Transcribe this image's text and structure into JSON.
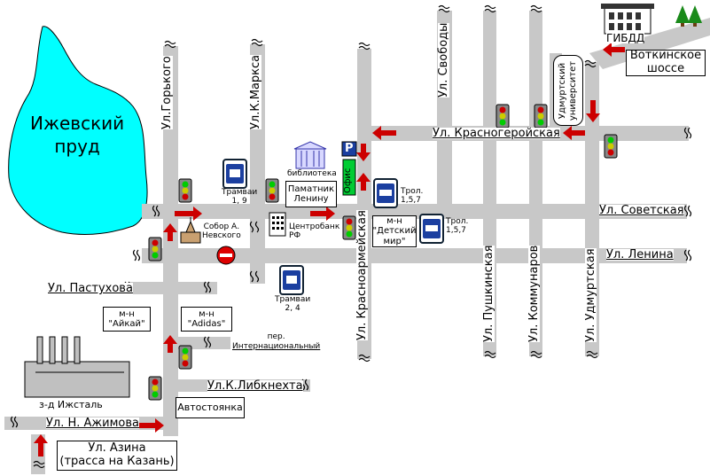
{
  "pond": {
    "label_line1": "Ижевский",
    "label_line2": "пруд"
  },
  "streets": {
    "gorkogo": "Ул.Горького",
    "marksa": "Ул.К.Маркса",
    "svobody": "Ул. Свободы",
    "krasnogeroyskaya": "Ул. Красногеройская",
    "sovetskaya": "Ул. Советская",
    "lenina": "Ул. Ленина",
    "pastukhova": "Ул. Пастухова",
    "internatsionalny_line1": "пер.",
    "internatsionalny_line2": "Интернациональный",
    "liebknechta": "Ул.К.Либкнехта",
    "azhimova": "Ул. Н. Ажимова",
    "krasnoarmeyskaya": "Ул. Красноармейская",
    "pushkinskaya": "Ул. Пушкинская",
    "kommunarov": "Ул. Коммунаров",
    "udmurtskaya": "Ул. Удмуртская"
  },
  "boxes": {
    "votkinskoe_line1": "Воткинское",
    "votkinskoe_line2": "шоссе",
    "university_line1": "Удмуртский",
    "university_line2": "университет",
    "pamyatnik_line1": "Паматник",
    "pamyatnik_line2": "Ленину",
    "detsky_mir_line1": "м-н",
    "detsky_mir_line2": "\"Детский",
    "detsky_mir_line3": "мир\"",
    "aykai_line1": "м-н",
    "aykai_line2": "\"Айкай\"",
    "adidas_line1": "м-н",
    "adidas_line2": "\"Adidas\"",
    "avtostoyanka": "Автостоянка",
    "azina_line1": "Ул. Азина",
    "azina_line2": "(трасса на Казань)"
  },
  "labels": {
    "gibdd": "ГИБДД",
    "biblioteka": "библиотека",
    "office": "Офис",
    "parking_letter": "P",
    "sobor_line1": "Собор А.",
    "sobor_line2": "Невского",
    "centrobank_line1": "Центробанк",
    "centrobank_line2": "РФ",
    "tram_19_line1": "Трамваи",
    "tram_19_line2": "1, 9",
    "tram_24_line1": "Трамваи",
    "tram_24_line2": "2, 4",
    "trol_a_line1": "Трол.",
    "trol_a_line2": "1,5,7",
    "trol_b_line1": "Трол.",
    "trol_b_line2": "1,5,7",
    "izhstal": "з-д Ижсталь"
  },
  "colors": {
    "pond": "#00ffff",
    "road": "#c8c8c8",
    "arrow": "#cc0000",
    "office": "#00cc33",
    "sign_blue": "#1b3fa0",
    "no_entry": "#dd0000"
  },
  "icons": [
    "traffic-light-icon",
    "direction-arrow-icon",
    "tram-stop-icon",
    "trolleybus-stop-icon",
    "parking-icon",
    "no-entry-icon",
    "cathedral-icon",
    "library-building-icon",
    "bank-building-icon",
    "factory-icon",
    "gibdd-building-icon",
    "tree-icon"
  ]
}
